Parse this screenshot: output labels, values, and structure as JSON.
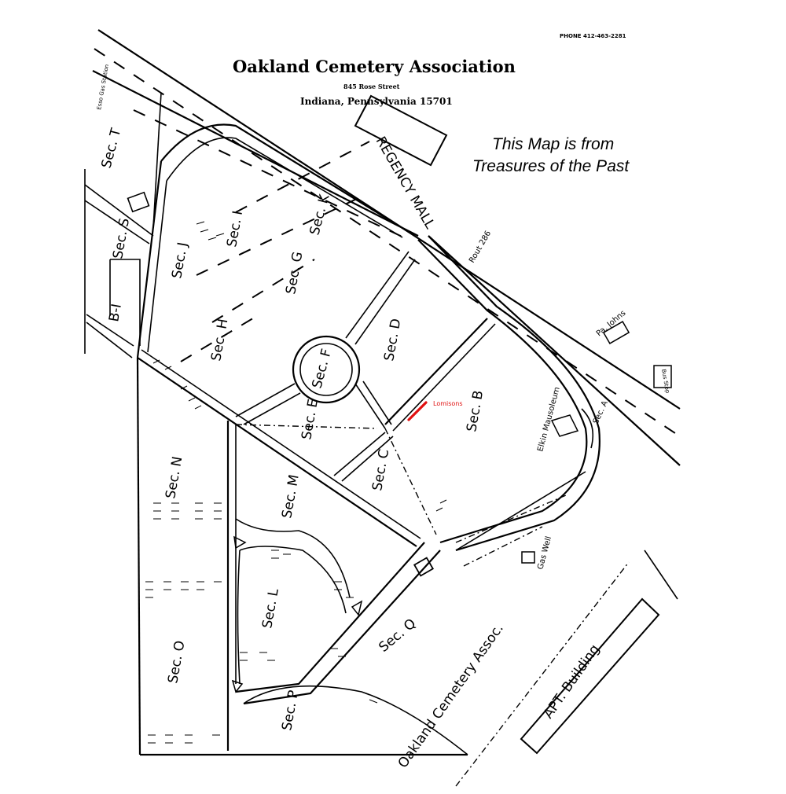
{
  "header": {
    "title": "Oakland Cemetery Association",
    "address": "845 Rose Street",
    "city": "Indiana, Pennsylvania 15701",
    "phone": "PHONE 412-463-2281"
  },
  "note": {
    "line1": "This Map is from",
    "line2": "Treasures of the Past"
  },
  "marker": {
    "label": "Lomisons",
    "color": "#e01010"
  },
  "sections": {
    "T": "Sec. T",
    "S": "Sec. S",
    "BI": "B-I",
    "J": "Sec. J",
    "I": "Sec. I",
    "K": "Sec. K",
    "G": "Sec. G",
    "H": "Sec. H",
    "F": "Sec. F",
    "D": "Sec. D",
    "B": "Sec. B",
    "E": "Sec. E",
    "C": "Sec. C",
    "N": "Sec. N",
    "M": "Sec. M",
    "L": "Sec. L",
    "Q": "Sec. Q",
    "O": "Sec. O",
    "P": "Sec. P",
    "A": "Sec. A"
  },
  "labels": {
    "regency_mall": "REGENCY MALL",
    "route": "Rout 286",
    "paw_johns": "Pa. Johns",
    "elkin": "Elkin Mausoleum",
    "gas_well": "Gas Well",
    "apt_building": "APT. Building",
    "oakland_assoc": "Oakland Cemetery Assoc.",
    "bus_stop": "Bus Stop",
    "gas_station": "Esso Gas Station"
  }
}
